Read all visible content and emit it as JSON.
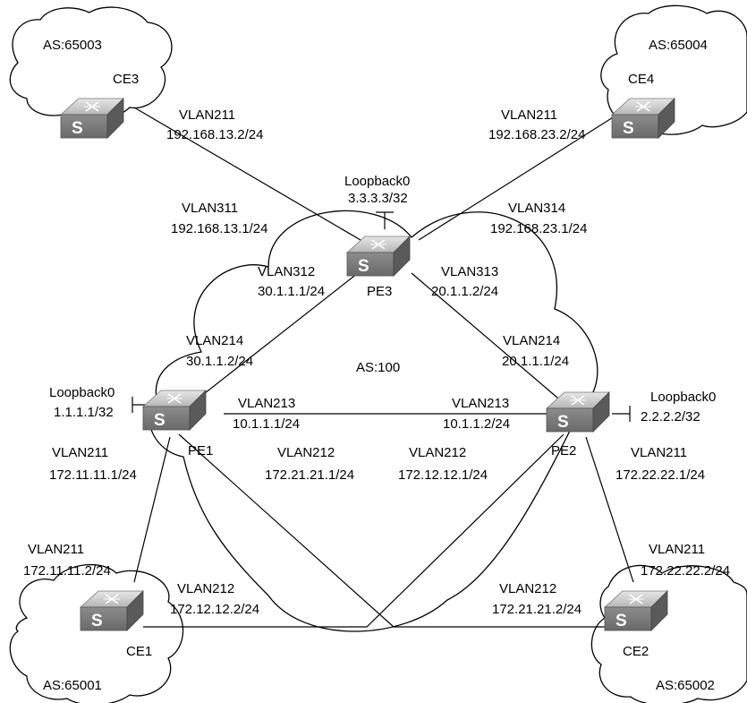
{
  "clouds": {
    "core_as": "AS:100",
    "ce1_as": "AS:65001",
    "ce2_as": "AS:65002",
    "ce3_as": "AS:65003",
    "ce4_as": "AS:65004"
  },
  "devices": {
    "pe1": {
      "name": "PE1",
      "glyph": "S",
      "icon": "switch-icon"
    },
    "pe2": {
      "name": "PE2",
      "glyph": "S",
      "icon": "switch-icon"
    },
    "pe3": {
      "name": "PE3",
      "glyph": "S",
      "icon": "switch-icon"
    },
    "ce1": {
      "name": "CE1",
      "glyph": "S",
      "icon": "switch-icon"
    },
    "ce2": {
      "name": "CE2",
      "glyph": "S",
      "icon": "switch-icon"
    },
    "ce3": {
      "name": "CE3",
      "glyph": "S",
      "icon": "switch-icon"
    },
    "ce4": {
      "name": "CE4",
      "glyph": "S",
      "icon": "switch-icon"
    }
  },
  "loopbacks": {
    "pe1": {
      "name": "Loopback0",
      "ip": "1.1.1.1/32"
    },
    "pe2": {
      "name": "Loopback0",
      "ip": "2.2.2.2/32"
    },
    "pe3": {
      "name": "Loopback0",
      "ip": "3.3.3.3/32"
    }
  },
  "interfaces": {
    "ce3_to_pe3": {
      "vlan": "VLAN211",
      "ip": "192.168.13.2/24"
    },
    "pe3_to_ce3": {
      "vlan": "VLAN311",
      "ip": "192.168.13.1/24"
    },
    "ce4_to_pe3": {
      "vlan": "VLAN211",
      "ip": "192.168.23.2/24"
    },
    "pe3_to_ce4": {
      "vlan": "VLAN314",
      "ip": "192.168.23.1/24"
    },
    "pe3_to_pe1": {
      "vlan": "VLAN312",
      "ip": "30.1.1.1/24"
    },
    "pe3_to_pe2": {
      "vlan": "VLAN313",
      "ip": "20.1.1.2/24"
    },
    "pe1_to_pe3": {
      "vlan": "VLAN214",
      "ip": "30.1.1.2/24"
    },
    "pe2_to_pe3": {
      "vlan": "VLAN214",
      "ip": "20.1.1.1/24"
    },
    "pe1_to_pe2": {
      "vlan": "VLAN213",
      "ip": "10.1.1.1/24"
    },
    "pe2_to_pe1": {
      "vlan": "VLAN213",
      "ip": "10.1.1.2/24"
    },
    "pe1_to_ce1": {
      "vlan": "VLAN211",
      "ip": "172.11.11.1/24"
    },
    "pe1_to_ce2": {
      "vlan": "VLAN212",
      "ip": "172.21.21.1/24"
    },
    "pe2_to_ce1": {
      "vlan": "VLAN212",
      "ip": "172.12.12.1/24"
    },
    "pe2_to_ce2": {
      "vlan": "VLAN211",
      "ip": "172.22.22.1/24"
    },
    "ce1_to_pe1": {
      "vlan": "VLAN211",
      "ip": "172.11.11.2/24"
    },
    "ce1_to_pe2": {
      "vlan": "VLAN212",
      "ip": "172.12.12.2/24"
    },
    "ce2_to_pe1": {
      "vlan": "VLAN212",
      "ip": "172.21.21.2/24"
    },
    "ce2_to_pe2": {
      "vlan": "VLAN211",
      "ip": "172.22.22.2/24"
    }
  }
}
